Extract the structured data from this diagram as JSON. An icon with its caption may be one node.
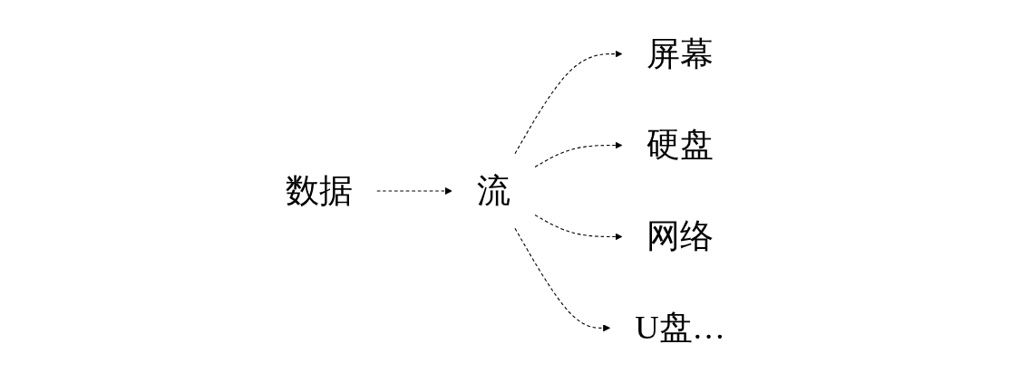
{
  "diagram": {
    "nodes": [
      {
        "text": [
          "数据"
        ]
      },
      {
        "text": [
          "流"
        ]
      },
      {
        "text": [
          "屏幕"
        ]
      },
      {
        "text": [
          "硬盘"
        ]
      },
      {
        "text": [
          "网络"
        ]
      },
      {
        "text": [
          "U盘…"
        ]
      }
    ],
    "edges": [
      {
        "from": 0,
        "to": 1,
        "arrow": "to",
        "style": "dashed"
      },
      {
        "from": 1,
        "to": 2,
        "arrow": "to",
        "style": "dashed"
      },
      {
        "from": 1,
        "to": 3,
        "arrow": "to",
        "style": "dashed"
      },
      {
        "from": 1,
        "to": 4,
        "arrow": "to",
        "style": "dashed"
      },
      {
        "from": 1,
        "to": 5,
        "arrow": "to",
        "style": "dashed"
      }
    ]
  }
}
